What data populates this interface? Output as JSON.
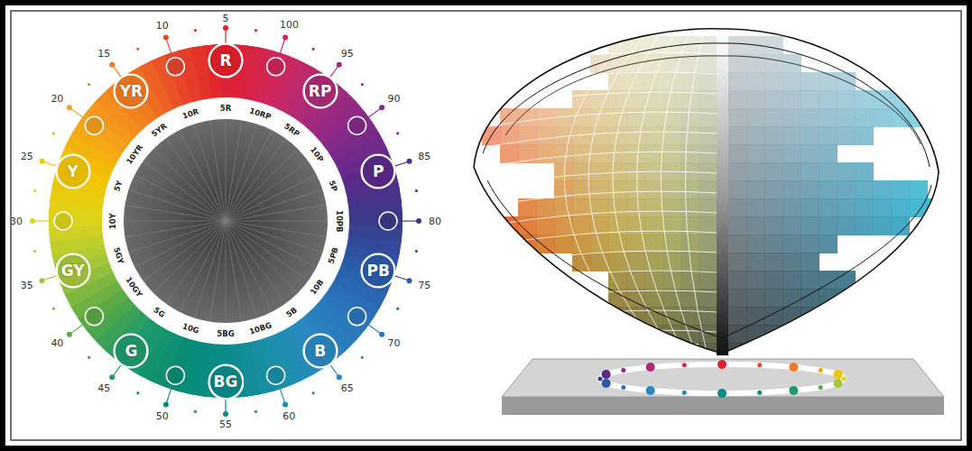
{
  "diagram": {
    "nodes": [
      {
        "text": [
          "R"
        ]
      },
      {
        "text": [
          "YR"
        ]
      },
      {
        "text": [
          "Y"
        ]
      },
      {
        "text": [
          "GY"
        ]
      },
      {
        "text": [
          "G"
        ]
      },
      {
        "text": [
          "BG"
        ]
      },
      {
        "text": [
          "B"
        ]
      },
      {
        "text": [
          "PB"
        ]
      },
      {
        "text": [
          "P"
        ]
      },
      {
        "text": [
          "RP"
        ]
      }
    ],
    "labels": [
      "5",
      "10",
      "15",
      "20",
      "25",
      "30",
      "35",
      "40",
      "45",
      "50",
      "55",
      "60",
      "65",
      "70",
      "75",
      "80",
      "85",
      "90",
      "95",
      "100",
      "5R",
      "10R",
      "5YR",
      "10YR",
      "5Y",
      "10Y",
      "5GY",
      "10GY",
      "5G",
      "10G",
      "5BG",
      "10BG",
      "5B",
      "10B",
      "5PB",
      "10PB",
      "5P",
      "10P",
      "5RP",
      "10RP"
    ]
  }
}
